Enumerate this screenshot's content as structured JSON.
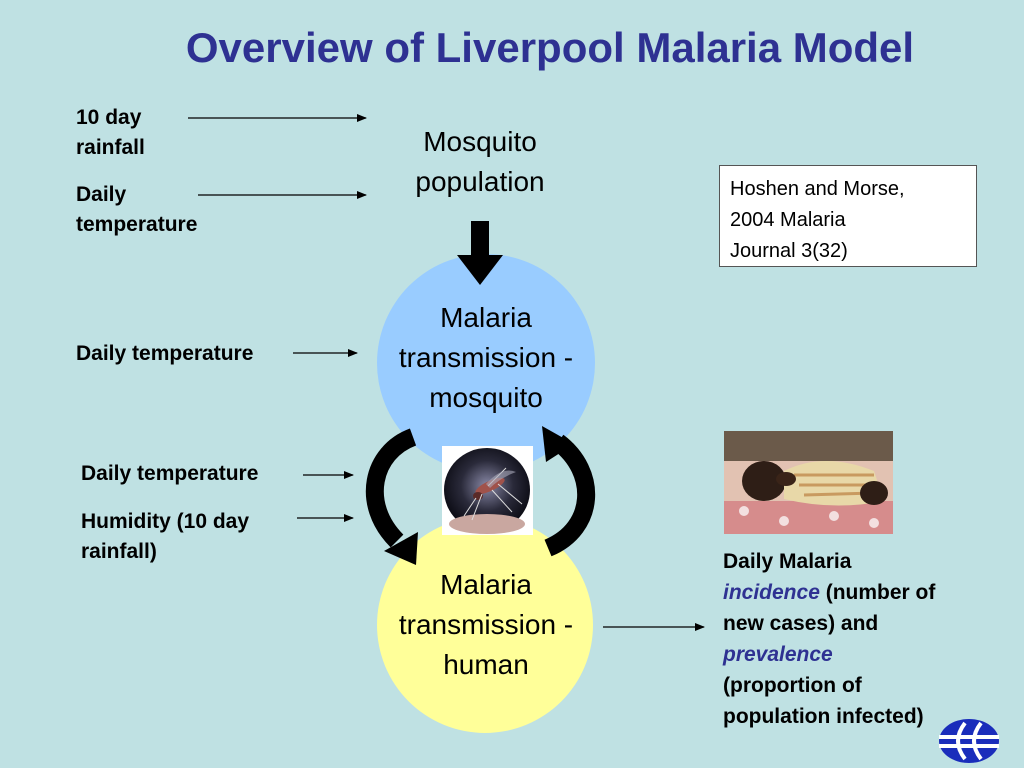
{
  "title": "Overview of Liverpool Malaria Model",
  "inputs": {
    "rainfall_10day": "10 day\nrainfall",
    "daily_temp_1": "Daily\ntemperature",
    "daily_temp_2": "Daily temperature",
    "daily_temp_3": "Daily temperature",
    "humidity": "Humidity (10 day\nrainfall)"
  },
  "nodes": {
    "mosquito_population": "Mosquito\npopulation",
    "transmission_mosquito": "Malaria\ntransmission -\nmosquito",
    "transmission_human": "Malaria\ntransmission -\nhuman"
  },
  "reference": "Hoshen and Morse,\n2004 Malaria\nJournal 3(32)",
  "outcome": {
    "part1": "Daily Malaria",
    "incidence": "incidence",
    "part2": " (number of\nnew cases) and",
    "prevalence": "prevalence",
    "part3": "(proportion of\npopulation infected)"
  },
  "icons": [
    "mosquito-photo-icon",
    "sick-child-photo-icon",
    "ecmwf-logo-icon"
  ],
  "colors": {
    "background": "#bfe1e3",
    "title": "#2e3192",
    "mosquito_node": "#99ccff",
    "human_node": "#ffff99",
    "keyword": "#2e3192",
    "logo": "#1a2dbb"
  }
}
